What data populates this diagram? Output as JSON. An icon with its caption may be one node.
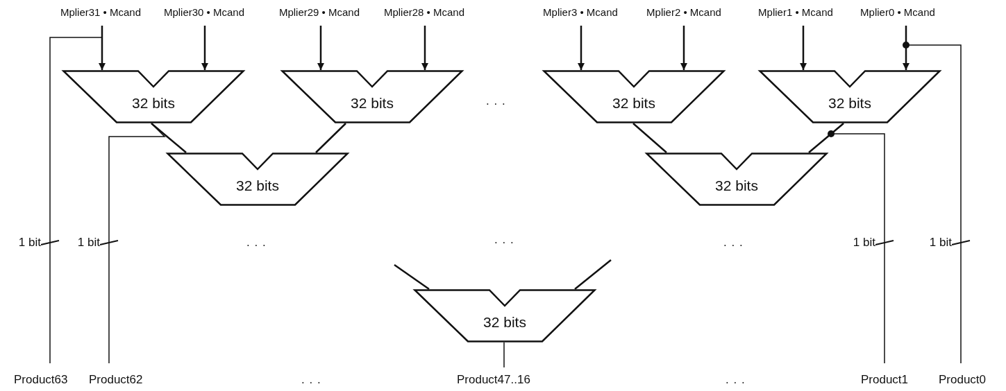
{
  "diagram": {
    "nodes": [
      {
        "text": [
          "Mplier31 • Mcand"
        ]
      },
      {
        "text": [
          "Mplier30 • Mcand"
        ]
      },
      {
        "text": [
          "Mplier29 • Mcand"
        ]
      },
      {
        "text": [
          "Mplier28 • Mcand"
        ]
      },
      {
        "text": [
          "Mplier3 • Mcand"
        ]
      },
      {
        "text": [
          "Mplier2 • Mcand"
        ]
      },
      {
        "text": [
          "Mplier1 • Mcand"
        ]
      },
      {
        "text": [
          "Mplier0 • Mcand"
        ]
      },
      {
        "text": [
          "32 bits"
        ]
      },
      {
        "text": [
          "32 bits"
        ]
      },
      {
        "text": [
          "32 bits"
        ]
      },
      {
        "text": [
          "32 bits"
        ]
      },
      {
        "text": [
          "32 bits"
        ]
      },
      {
        "text": [
          "32 bits"
        ]
      },
      {
        "text": [
          "32 bits"
        ]
      },
      {
        "text": [
          "Product63"
        ]
      },
      {
        "text": [
          "Product62"
        ]
      },
      {
        "text": [
          "Product47..16"
        ]
      },
      {
        "text": [
          "Product1"
        ]
      },
      {
        "text": [
          "Product0"
        ]
      }
    ],
    "edges": [
      {
        "from": 0,
        "to": 8,
        "arrow": "to"
      },
      {
        "from": 1,
        "to": 8,
        "arrow": "to"
      },
      {
        "from": 2,
        "to": 9,
        "arrow": "to"
      },
      {
        "from": 3,
        "to": 9,
        "arrow": "to"
      },
      {
        "from": 4,
        "to": 10,
        "arrow": "to"
      },
      {
        "from": 5,
        "to": 10,
        "arrow": "to"
      },
      {
        "from": 6,
        "to": 11,
        "arrow": "to"
      },
      {
        "from": 7,
        "to": 11,
        "arrow": "to"
      },
      {
        "from": 0,
        "to": 15,
        "arrow": "none",
        "label": "1 bit"
      },
      {
        "from": 8,
        "to": 12,
        "arrow": "none"
      },
      {
        "from": 9,
        "to": 12,
        "arrow": "none"
      },
      {
        "from": 8,
        "to": 16,
        "arrow": "none",
        "label": "1 bit"
      },
      {
        "from": 10,
        "to": 13,
        "arrow": "none"
      },
      {
        "from": 11,
        "to": 13,
        "arrow": "none"
      },
      {
        "from": 7,
        "to": 19,
        "arrow": "none",
        "label": "1 bit"
      },
      {
        "from": 11,
        "to": 18,
        "arrow": "none",
        "label": "1 bit"
      },
      {
        "from": null,
        "to": 14,
        "arrow": "none"
      },
      {
        "from": null,
        "to": 14,
        "arrow": "none"
      },
      {
        "from": 14,
        "to": 17,
        "arrow": "none"
      }
    ],
    "labels": [
      ". . .",
      ". . .",
      ". . .",
      ". . .",
      ". . .",
      ". . ."
    ]
  }
}
